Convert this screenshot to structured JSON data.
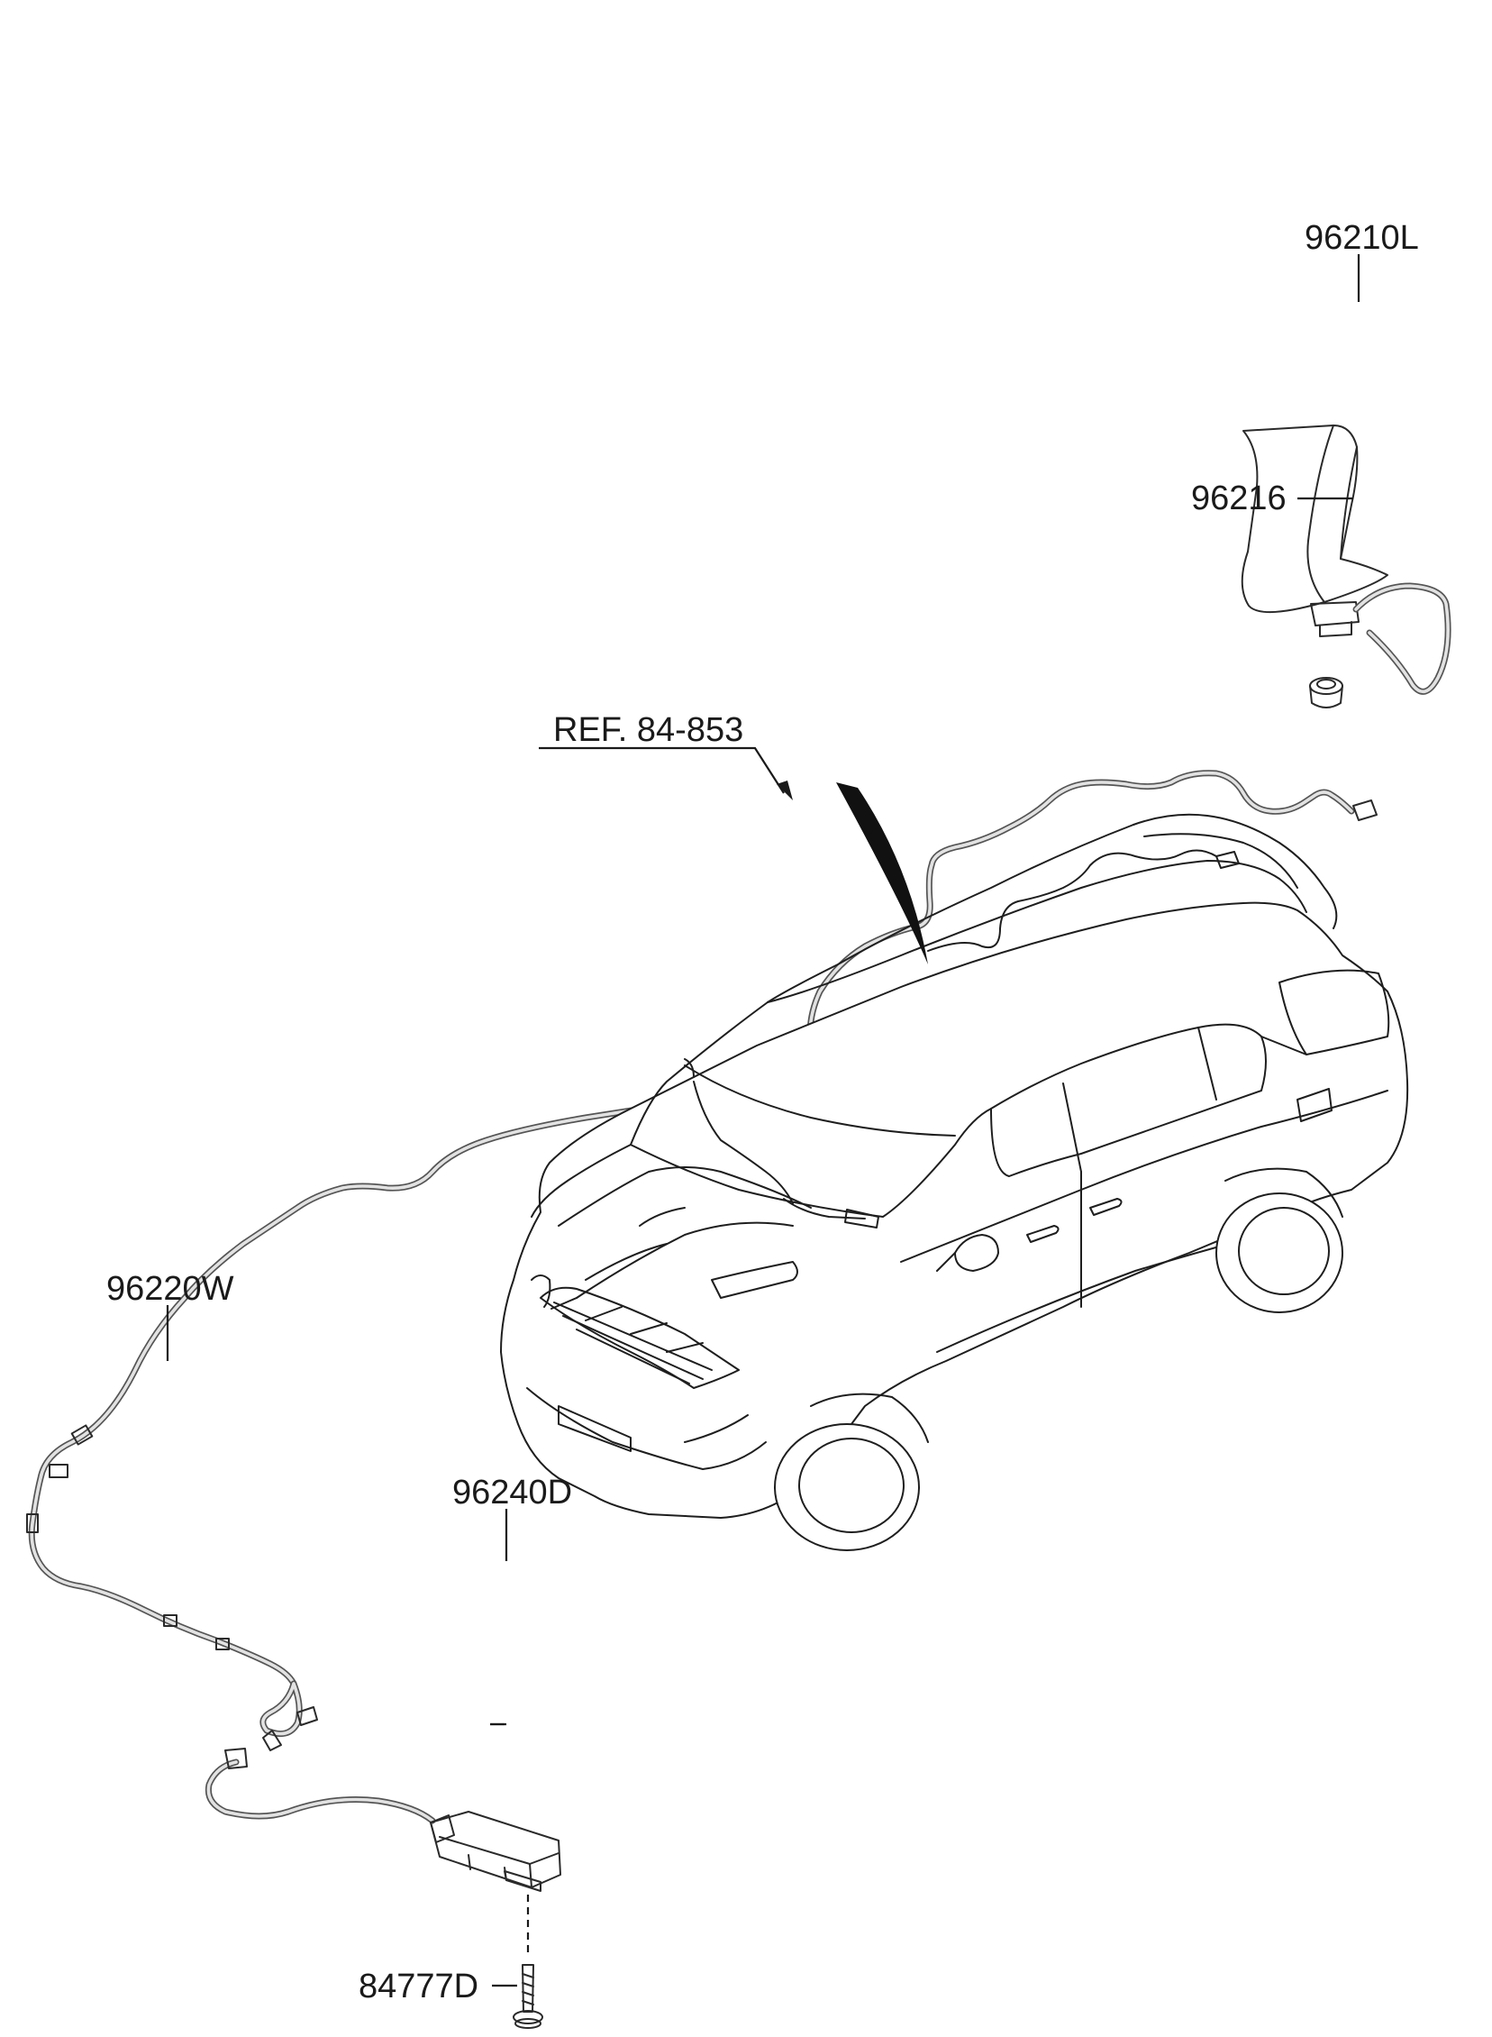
{
  "labels": {
    "antenna": "96210L",
    "antenna_nut": "96216",
    "reference": "REF. 84-853",
    "feeder_cable": "96220W",
    "amplifier": "96240D",
    "screw": "84777D"
  },
  "colors": {
    "ink": "#1a1a1a",
    "part_fill": "#e6e6e6",
    "cable_fill": "#e2e2e2"
  }
}
